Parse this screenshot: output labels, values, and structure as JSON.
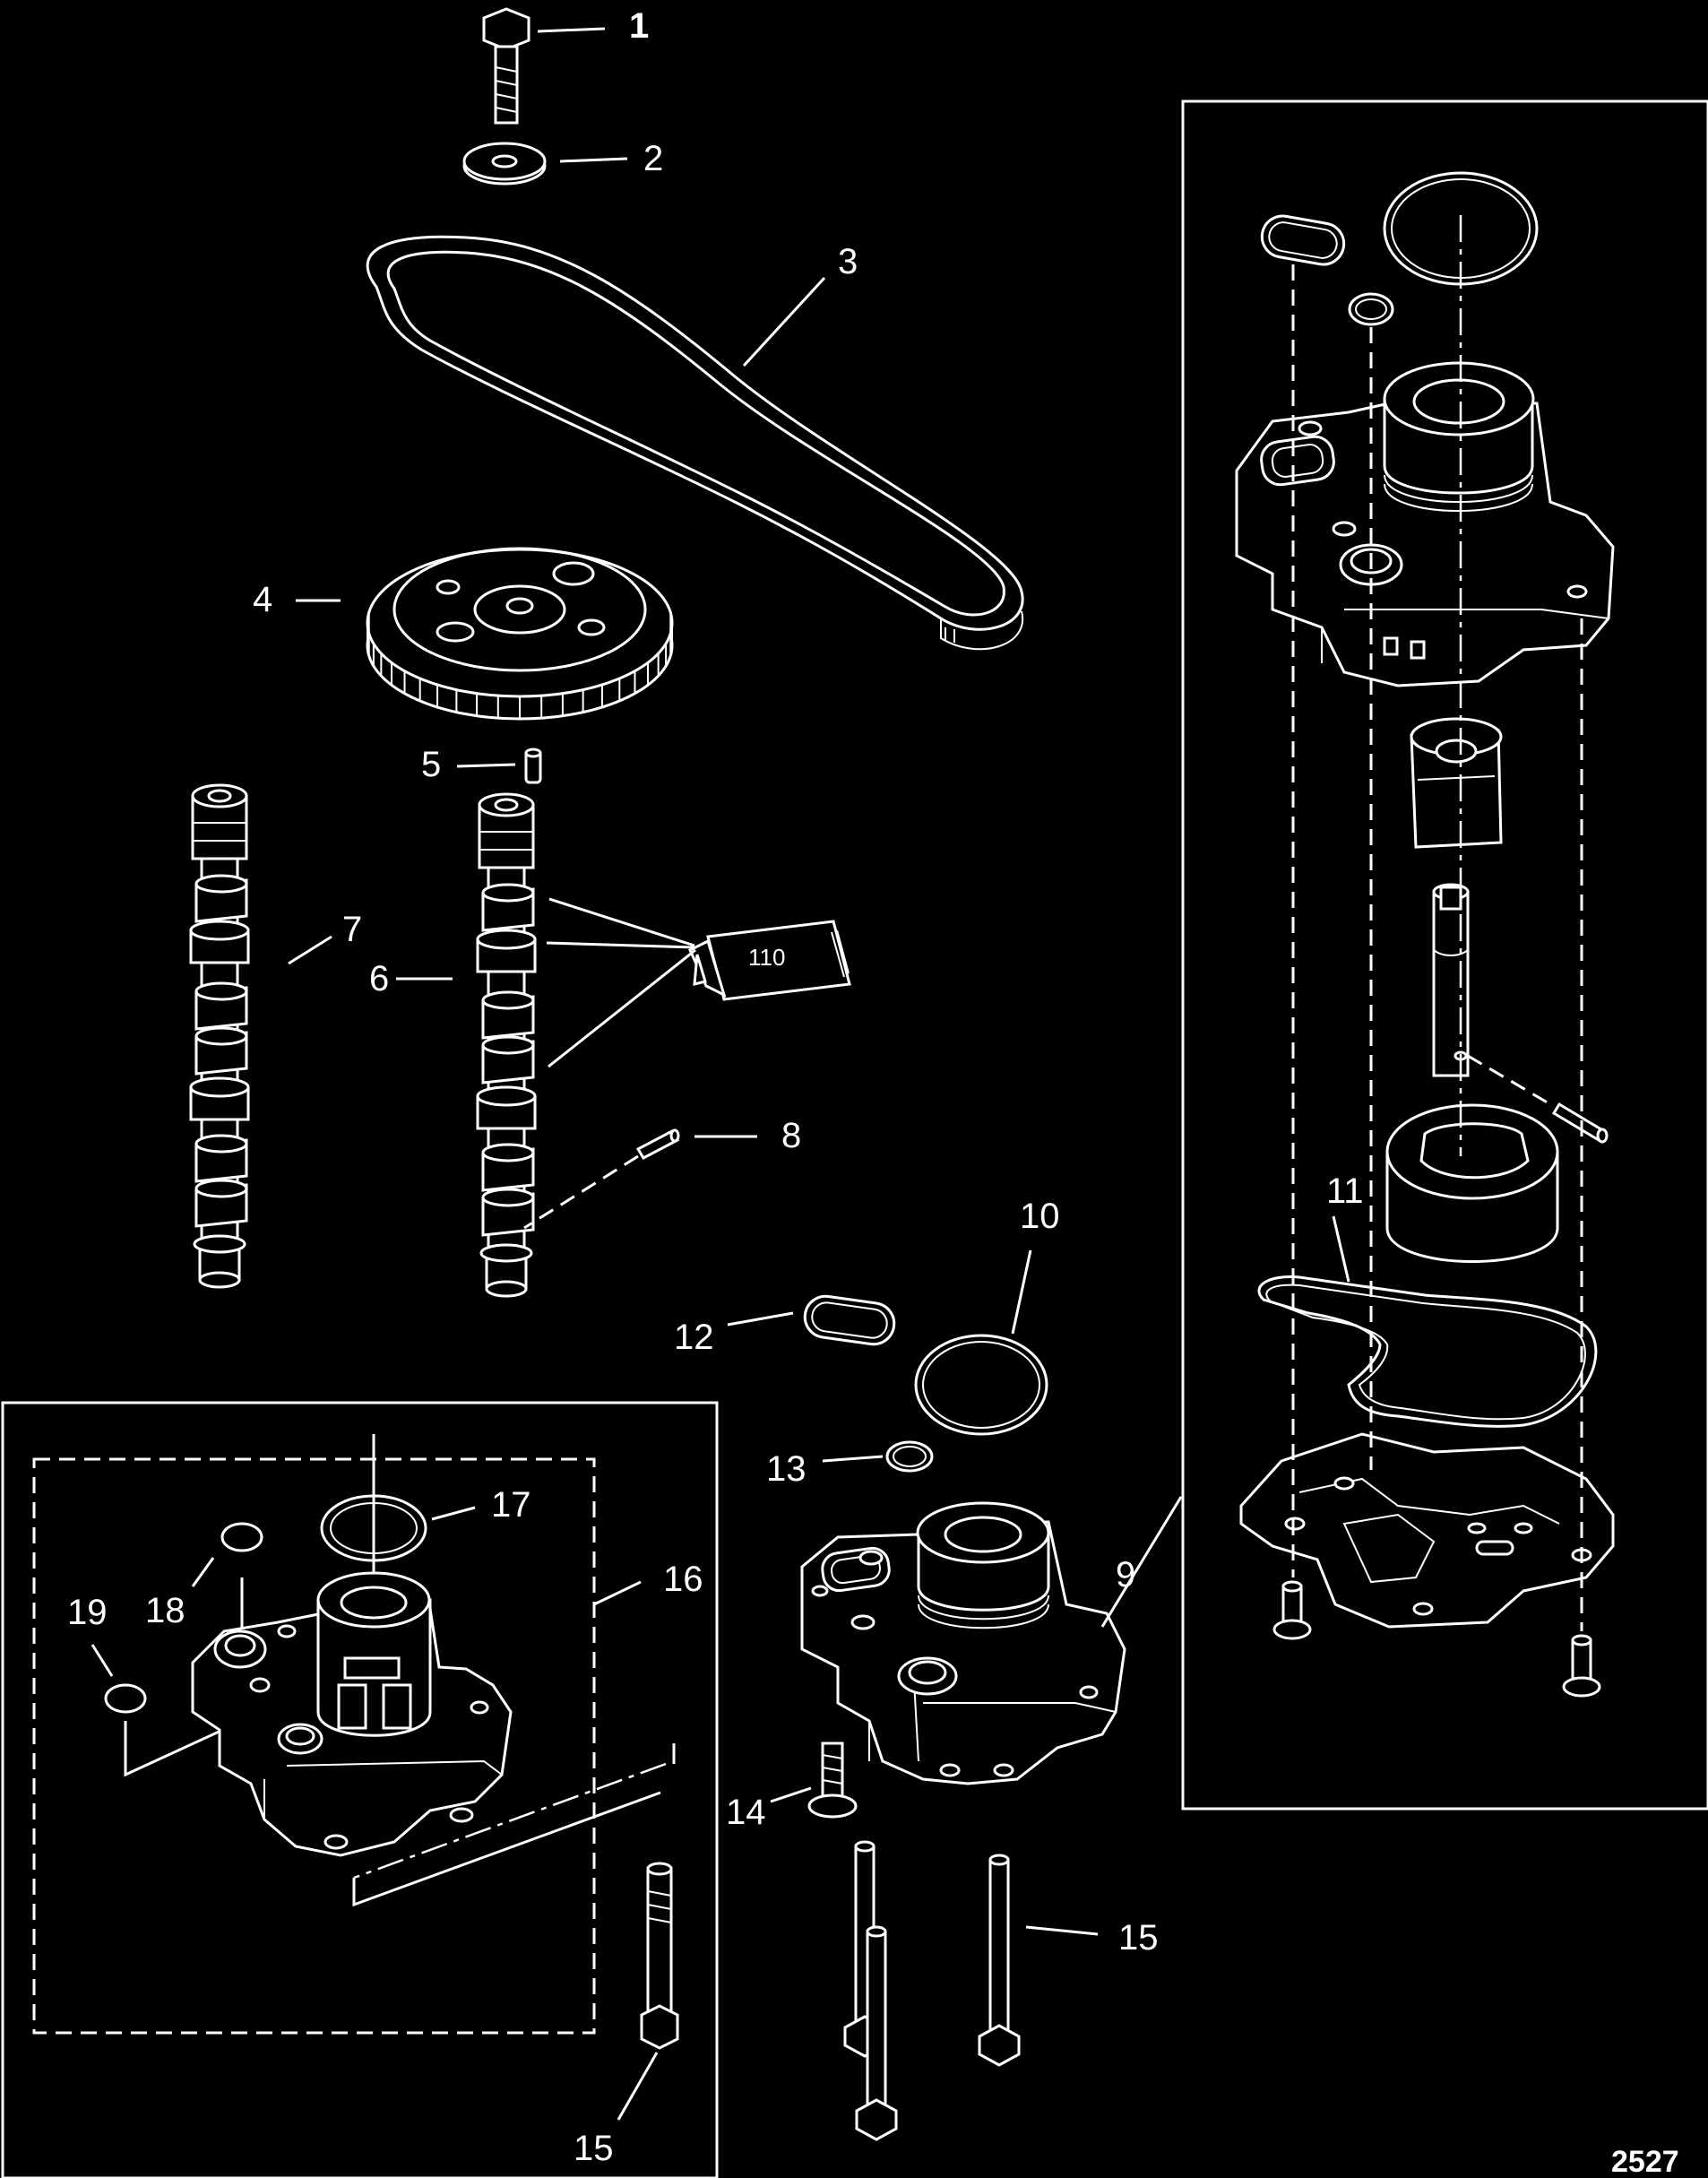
{
  "callouts": {
    "c1": "1",
    "c2": "2",
    "c3": "3",
    "c4": "4",
    "c5": "5",
    "c6": "6",
    "c7": "7",
    "c8": "8",
    "c9": "9",
    "c10": "10",
    "c11": "11",
    "c12": "12",
    "c13": "13",
    "c14": "14",
    "c15a": "15",
    "c15b": "15",
    "c16": "16",
    "c17": "17",
    "c18": "18",
    "c19": "19"
  },
  "sealant_tube_label": "110",
  "figure_code": "2527"
}
